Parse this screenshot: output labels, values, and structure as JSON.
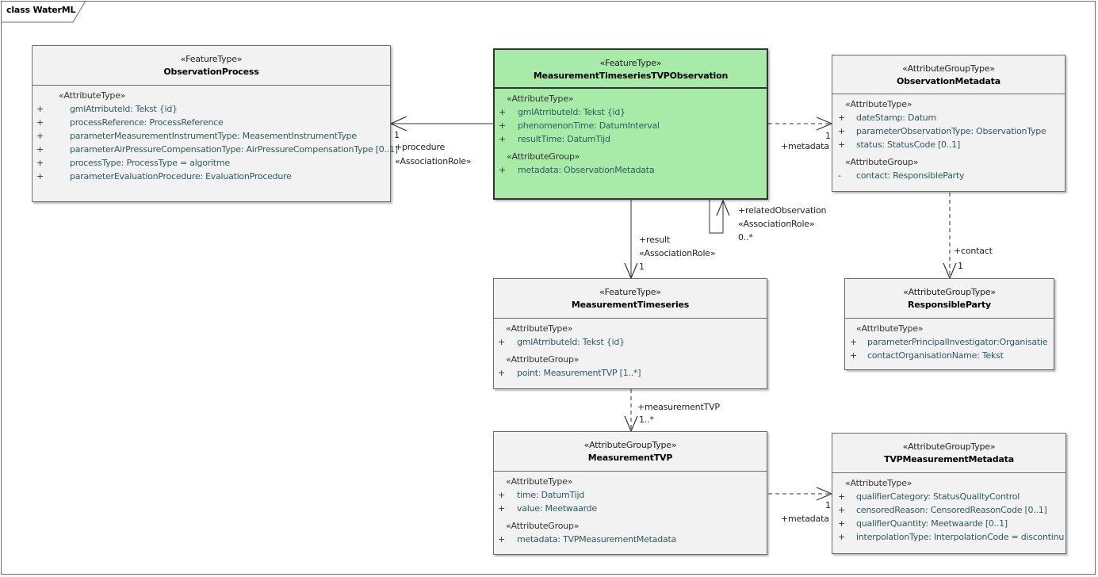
{
  "frame": {
    "title": "class WaterML"
  },
  "classes": {
    "observation_process": {
      "stereotype": "«FeatureType»",
      "name": "ObservationProcess",
      "groups": [
        {
          "label": "«AttributeType»",
          "attributes": [
            {
              "vis": "+",
              "name": "gmlAtrributeId",
              "sep": ": ",
              "type": "Tekst {id}"
            },
            {
              "vis": "+",
              "name": "processReference",
              "sep": ": ",
              "type": "ProcessReference"
            },
            {
              "vis": "+",
              "name": "parameterMeasurementInstrumentType",
              "sep": ": ",
              "type": "MeasementInstrumentType"
            },
            {
              "vis": "+",
              "name": "parameterAirPressureCompensationType",
              "sep": ": ",
              "type": "AirPressureCompensationType [0..1]"
            },
            {
              "vis": "+",
              "name": "processType",
              "sep": ": ",
              "type": "ProcessType = algoritme"
            },
            {
              "vis": "+",
              "name": "parameterEvaluationProcedure",
              "sep": ": ",
              "type": "EvaluationProcedure"
            }
          ]
        }
      ]
    },
    "mts_observation": {
      "stereotype": "«FeatureType»",
      "name": "MeasurementTimeseriesTVPObservation",
      "groups": [
        {
          "label": "«AttributeType»",
          "attributes": [
            {
              "vis": "+",
              "name": "gmlAtrributeId",
              "sep": ": ",
              "type": "Tekst {id}"
            },
            {
              "vis": "+",
              "name": "phenomenonTime",
              "sep": ": ",
              "type": "DatumInterval"
            },
            {
              "vis": "+",
              "name": "resultTime",
              "sep": ": ",
              "type": "DatumTijd"
            }
          ]
        },
        {
          "label": "«AttributeGroup»",
          "attributes": [
            {
              "vis": "+",
              "name": "metadata",
              "sep": ": ",
              "type": "ObservationMetadata"
            }
          ]
        }
      ]
    },
    "observation_metadata": {
      "stereotype": "«AttributeGroupType»",
      "name": "ObservationMetadata",
      "groups": [
        {
          "label": "«AttributeType»",
          "attributes": [
            {
              "vis": "+",
              "name": "dateStamp",
              "sep": ": ",
              "type": "Datum"
            },
            {
              "vis": "+",
              "name": "parameterObservationType",
              "sep": ": ",
              "type": "ObservationType"
            },
            {
              "vis": "+",
              "name": "status",
              "sep": ": ",
              "type": "StatusCode [0..1]"
            }
          ]
        },
        {
          "label": "«AttributeGroup»",
          "attributes": [
            {
              "vis": "-",
              "name": "contact",
              "sep": ": ",
              "type": "ResponsibleParty"
            }
          ]
        }
      ]
    },
    "measurement_timeseries": {
      "stereotype": "«FeatureType»",
      "name": "MeasurementTimeseries",
      "groups": [
        {
          "label": "«AttributeType»",
          "attributes": [
            {
              "vis": "+",
              "name": "gmlAtrributeId",
              "sep": ": ",
              "type": "Tekst {id}"
            }
          ]
        },
        {
          "label": "«AttributeGroup»",
          "attributes": [
            {
              "vis": "+",
              "name": "point",
              "sep": ": ",
              "type": "MeasurementTVP [1..*]"
            }
          ]
        }
      ]
    },
    "responsible_party": {
      "stereotype": "«AttributeGroupType»",
      "name": "ResponsibleParty",
      "groups": [
        {
          "label": "«AttributeType»",
          "attributes": [
            {
              "vis": "+",
              "name": "parameterPrincipalInvestigator",
              "sep": ":",
              "type": "Organisatie"
            },
            {
              "vis": "+",
              "name": "contactOrganisationName",
              "sep": ": ",
              "type": "Tekst"
            }
          ]
        }
      ]
    },
    "measurement_tvp": {
      "stereotype": "«AttributeGroupType»",
      "name": "MeasurementTVP",
      "groups": [
        {
          "label": "«AttributeType»",
          "attributes": [
            {
              "vis": "+",
              "name": "time",
              "sep": ": ",
              "type": "DatumTijd"
            },
            {
              "vis": "+",
              "name": "value",
              "sep": ": ",
              "type": "Meetwaarde"
            }
          ]
        },
        {
          "label": "«AttributeGroup»",
          "attributes": [
            {
              "vis": "+",
              "name": "metadata",
              "sep": ": ",
              "type": "TVPMeasurementMetadata"
            }
          ]
        }
      ]
    },
    "tvp_measurement_metadata": {
      "stereotype": "«AttributeGroupType»",
      "name": "TVPMeasurementMetadata",
      "groups": [
        {
          "label": "«AttributeType»",
          "attributes": [
            {
              "vis": "+",
              "name": "qualifierCategory",
              "sep": ": ",
              "type": "StatusQualityControl"
            },
            {
              "vis": "+",
              "name": "censoredReason",
              "sep": ": ",
              "type": "CensoredReasonCode [0..1]"
            },
            {
              "vis": "+",
              "name": "qualifierQuantity",
              "sep": ": ",
              "type": "Meetwaarde [0..1]"
            },
            {
              "vis": "+",
              "name": "interpolationType",
              "sep": ": ",
              "type": "InterpolationCode = discontinu"
            }
          ]
        }
      ]
    }
  },
  "links": {
    "procedure": {
      "multiplicity": "1",
      "role": "+procedure",
      "stereotype": "«AssociationRole»"
    },
    "metadata_obs": {
      "multiplicity": "1",
      "role": "+metadata"
    },
    "related": {
      "role": "+relatedObservation",
      "stereotype": "«AssociationRole»",
      "multiplicity": "0..*"
    },
    "result": {
      "role": "+result",
      "stereotype": "«AssociationRole»",
      "multiplicity": "1"
    },
    "contact": {
      "role": "+contact",
      "multiplicity": "1"
    },
    "measurement_tvp": {
      "role": "+measurementTVP",
      "multiplicity": "1..*"
    },
    "metadata_tvp": {
      "multiplicity": "1",
      "role": "+metadata"
    }
  }
}
